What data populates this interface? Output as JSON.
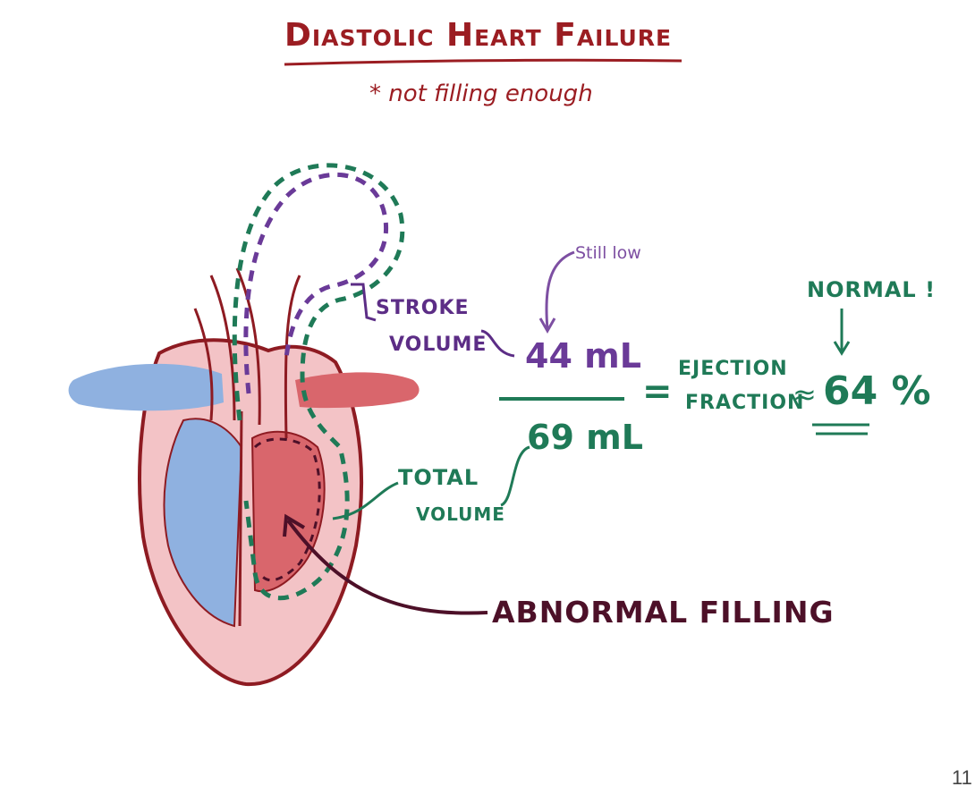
{
  "title": "Diastolic Heart Failure",
  "subtitle": "* not filling enough",
  "annotation_still_low": "Still low",
  "stroke_volume_label_line1": "STROKE",
  "stroke_volume_label_line2": "VOLUME",
  "stroke_volume_value": "44 mL",
  "total_volume_value": "69 mL",
  "total_volume_label_line1": "TOTAL",
  "total_volume_label_line2": "VOLUME",
  "equals_sign": "=",
  "ejection_fraction_label_line1": "EJECTION",
  "ejection_fraction_label_line2": "FRACTION",
  "approx_symbol": "≈",
  "ejection_fraction_value": "64 %",
  "normal_label": "NORMAL !",
  "abnormal_filling_label": "ABNORMAL FILLING",
  "page_number": "11",
  "colors": {
    "title_red": "#9b1d22",
    "purple": "#6a3a98",
    "green": "#1f7a57",
    "myocardium": "#f3c3c6",
    "blood_red": "#d9666c",
    "blood_blue": "#8fb1e0",
    "outline": "#8e1b22",
    "arrow_dark": "#4d1028"
  }
}
